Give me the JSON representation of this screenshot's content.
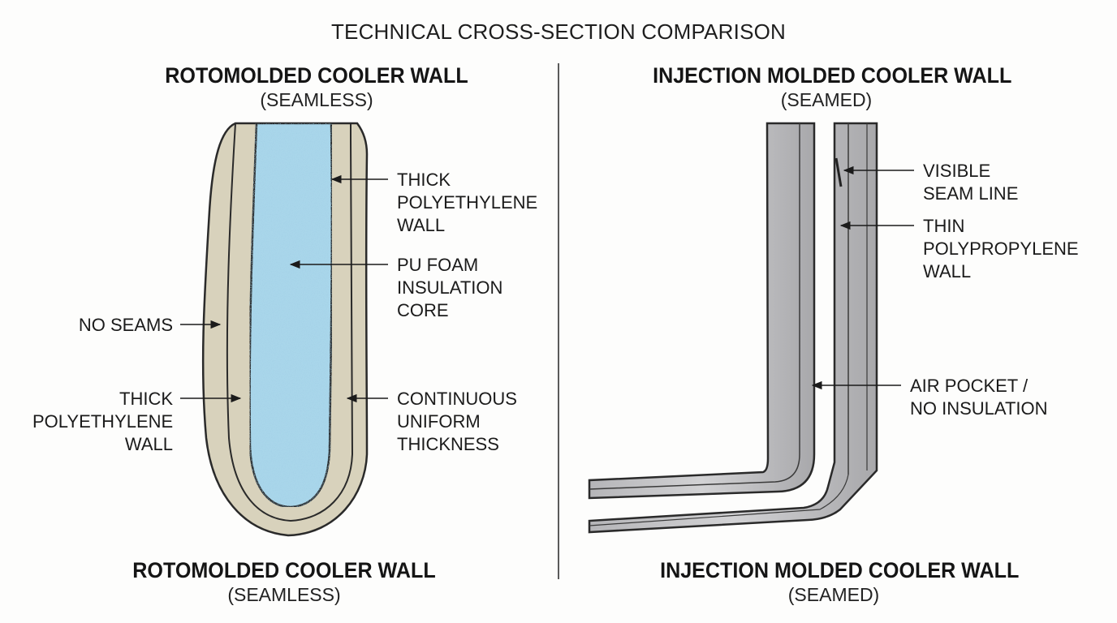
{
  "title": "TECHNICAL CROSS-SECTION COMPARISON",
  "left": {
    "heading_top": "ROTOMOLDED COOLER WALL",
    "sub_top": "(SEAMLESS)",
    "heading_bottom": "ROTOMOLDED COOLER WALL",
    "sub_bottom": "(SEAMLESS)",
    "labels": {
      "thick_wall_right": [
        "THICK",
        "POLYETHYLENE",
        "WALL"
      ],
      "pu_foam": [
        "PU FOAM",
        "INSULATION",
        "CORE"
      ],
      "no_seams": [
        "NO SEAMS"
      ],
      "thick_wall_left": [
        "THICK",
        "POLYETHYLENE",
        "WALL"
      ],
      "continuous": [
        "CONTINUOUS",
        "UNIFORM",
        "THICKNESS"
      ]
    }
  },
  "right": {
    "heading_top": "INJECTION MOLDED COOLER WALL",
    "sub_top": "(SEAMED)",
    "heading_bottom": "INJECTION MOLDED COOLER WALL",
    "sub_bottom": "(SEAMED)",
    "labels": {
      "seam": [
        "VISIBLE",
        "SEAM LINE"
      ],
      "thin_wall": [
        "THIN",
        "POLYPROPYLENE",
        "WALL"
      ],
      "air_pocket": [
        "AIR POCKET /",
        "NO INSULATION"
      ]
    }
  },
  "colors": {
    "polyethylene_wall": "#d8d2bc",
    "foam_core": "#a9d6ea",
    "polypropylene_wall": "#c7c7c9",
    "outline": "#2a2a2a"
  }
}
